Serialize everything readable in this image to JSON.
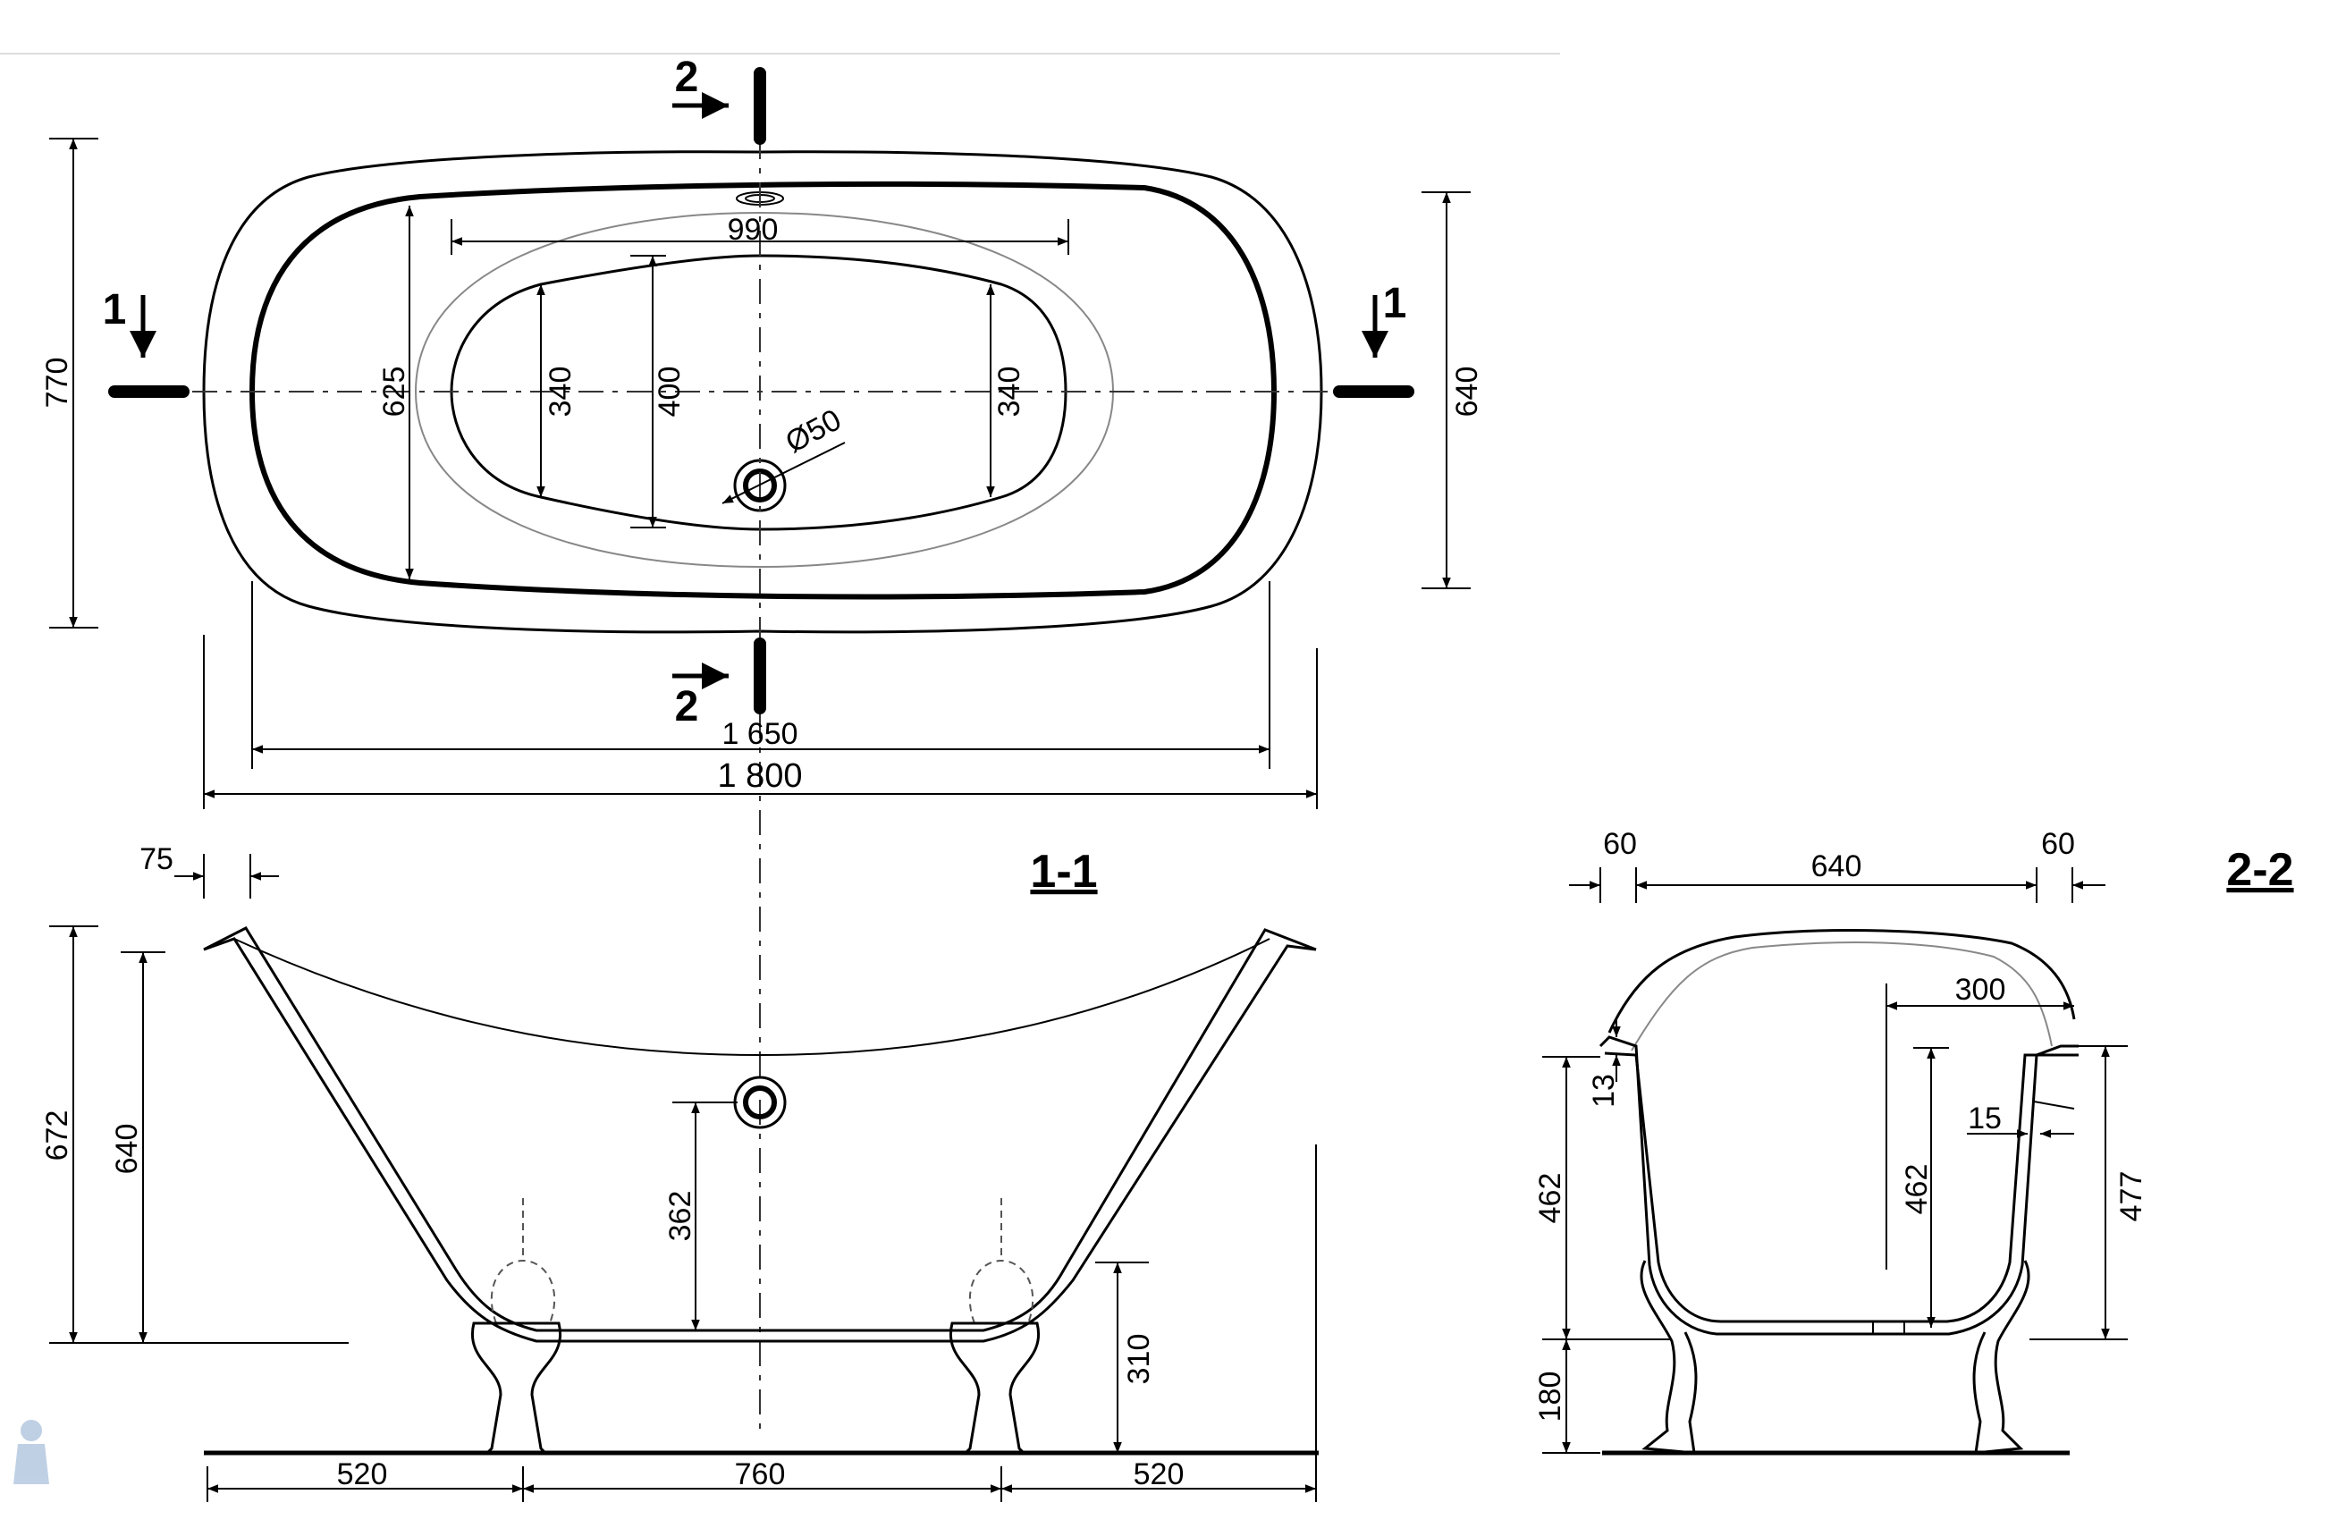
{
  "plan": {
    "dims": {
      "overall_length": "1 800",
      "inner_length": "1 650",
      "basin_length": "990",
      "overall_width": "770",
      "inner_width": "625",
      "basin_width": "400",
      "basin_width_left": "340",
      "basin_width_right": "340",
      "rim_width": "640",
      "drain_diameter": "Ø50"
    },
    "section_markers": {
      "left": "1",
      "right": "1",
      "top": "2",
      "bottom": "2"
    }
  },
  "section_1_1": {
    "title": "1-1",
    "dims": {
      "rim_overhang": "75",
      "total_height": "672",
      "inner_height": "640",
      "drain_height": "362",
      "floor_height": "310",
      "left_span": "520",
      "middle_span": "760",
      "right_span": "520"
    }
  },
  "section_2_2": {
    "title": "2-2",
    "dims": {
      "left_rim": "60",
      "inner_width": "640",
      "right_rim": "60",
      "rim_thickness": "13",
      "depth_left": "462",
      "depth_inner": "462",
      "wall_thickness": "15",
      "half_width": "300",
      "total_height": "477",
      "leg_height": "180"
    }
  }
}
